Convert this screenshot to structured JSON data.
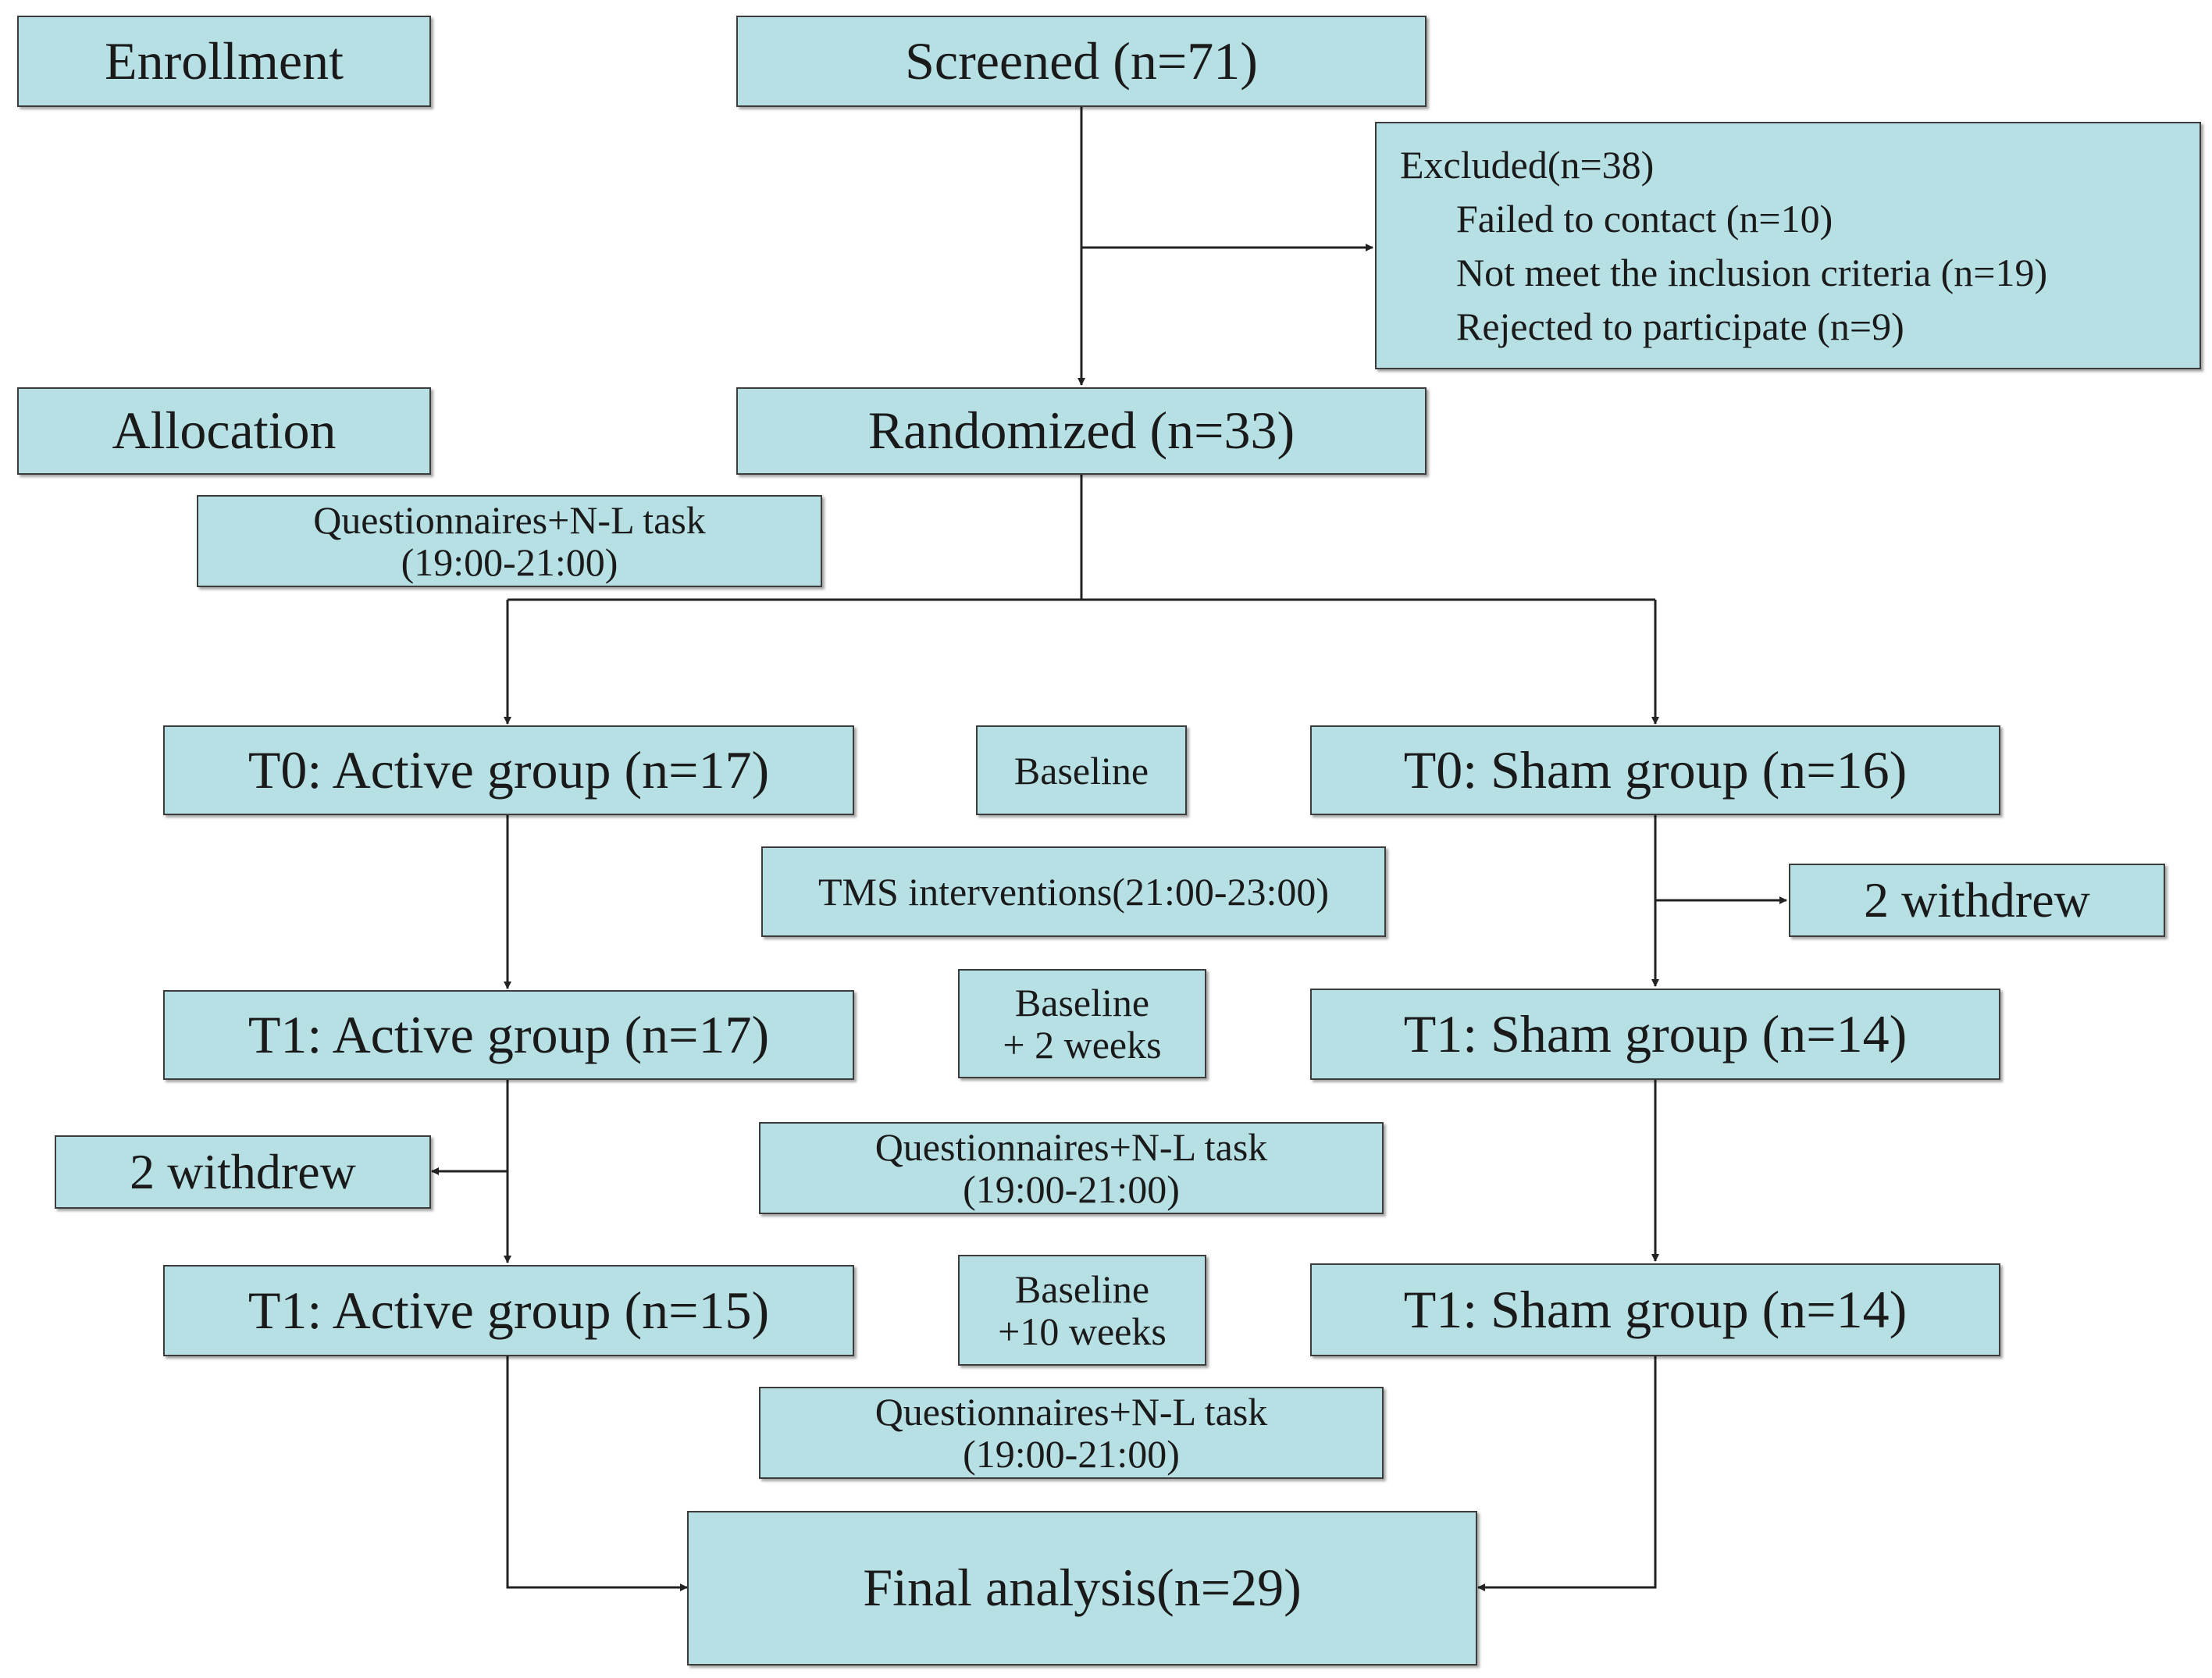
{
  "enrollment_label": "Enrollment",
  "allocation_label": "Allocation",
  "screened": "Screened (n=71)",
  "excluded": {
    "title": "Excluded(n=38)",
    "reasons": [
      "Failed to contact (n=10)",
      "Not meet the inclusion criteria (n=19)",
      "Rejected to participate (n=9)"
    ]
  },
  "randomized": "Randomized (n=33)",
  "pre_assessment": {
    "line1": "Questionnaires+N-L task",
    "line2": "(19:00-21:00)"
  },
  "t0": {
    "active": "T0: Active group (n=17)",
    "timepoint": "Baseline",
    "sham": "T0: Sham group (n=16)"
  },
  "intervention": "TMS interventions(21:00-23:00)",
  "sham_withdrew": "2 withdrew",
  "t1_first": {
    "active": "T1: Active group (n=17)",
    "timepoint_line1": "Baseline",
    "timepoint_line2": "+ 2 weeks",
    "sham": "T1: Sham group (n=14)"
  },
  "active_withdrew": "2 withdrew",
  "assessment_2wk": {
    "line1": "Questionnaires+N-L task",
    "line2": "(19:00-21:00)"
  },
  "t1_second": {
    "active": "T1: Active group (n=15)",
    "timepoint_line1": "Baseline",
    "timepoint_line2": "+10 weeks",
    "sham": "T1: Sham group (n=14)"
  },
  "assessment_10wk": {
    "line1": "Questionnaires+N-L task",
    "line2": "(19:00-21:00)"
  },
  "final": "Final analysis(n=29)",
  "colors": {
    "box_fill": "#b7e0e4",
    "border": "#3c3c3c",
    "line": "#222222"
  }
}
